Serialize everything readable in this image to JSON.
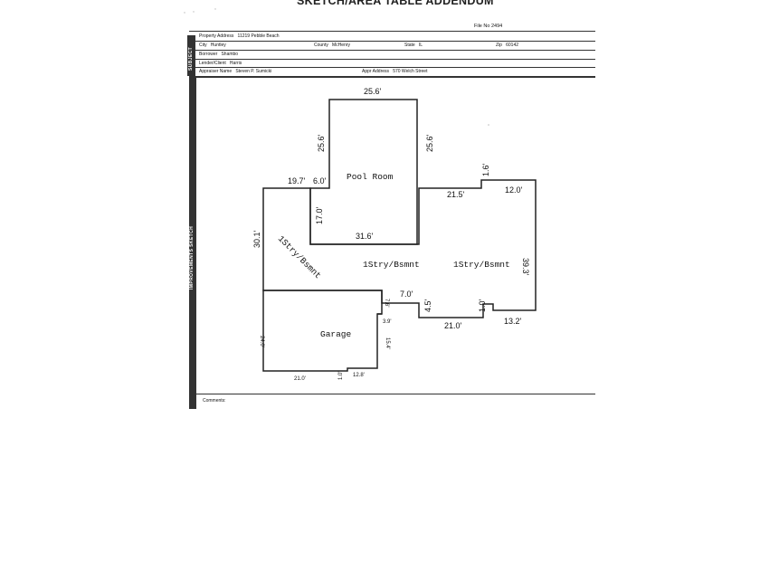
{
  "header": {
    "title": "SKETCH/AREA TABLE ADDENDUM",
    "file_no": "File No 2494"
  },
  "side_tabs": {
    "subject": "SUBJECT",
    "improvements": "IMPROVEMENTS SKETCH"
  },
  "subject": {
    "property_address_label": "Property Address",
    "property_address": "11219 Pebble Beach",
    "city_label": "City",
    "city": "Huntley",
    "county_label": "County",
    "county": "McHenry",
    "state_label": "State",
    "state": "IL",
    "zip_label": "Zip",
    "zip": "60142",
    "borrower_label": "Borrower",
    "borrower": "Shambo",
    "lender_label": "Lender/Client",
    "lender": "Harris",
    "appraiser_label": "Appraiser Name",
    "appraiser": "Steven P. Sumicki",
    "appr_address_label": "Appr Address",
    "appr_address": "570 Welch Street"
  },
  "sketch": {
    "rooms": {
      "pool_room": "Pool Room",
      "main_left": "1Stry/Bsmnt",
      "main_center": "1Stry/Bsmnt",
      "main_right": "1Stry/Bsmnt",
      "garage": "Garage"
    },
    "dimensions": {
      "pool_top": "25.6'",
      "pool_left": "25.6'",
      "pool_right": "25.6'",
      "left_top": "19.7'",
      "pool_step": "6.0'",
      "pool_inner": "17.0'",
      "pool_bottom": "31.6'",
      "right_step": "1.6'",
      "right_top_a": "21.5'",
      "right_top_b": "12.0'",
      "left_side": "30.1'",
      "right_side": "39.3'",
      "mid_step": "7.0'",
      "mid_v": "4.5'",
      "notch": "1.0'",
      "bottom_mid": "21.0'",
      "bottom_right": "13.2'",
      "garage_left": "24.0'",
      "garage_r1": "7.6'",
      "garage_r2": "3.9'",
      "garage_r3": "15.4'",
      "garage_bottom": "21.0'",
      "garage_notch": "1.0'",
      "garage_bottom_r": "12.8'"
    }
  },
  "comments_label": "Comments:"
}
